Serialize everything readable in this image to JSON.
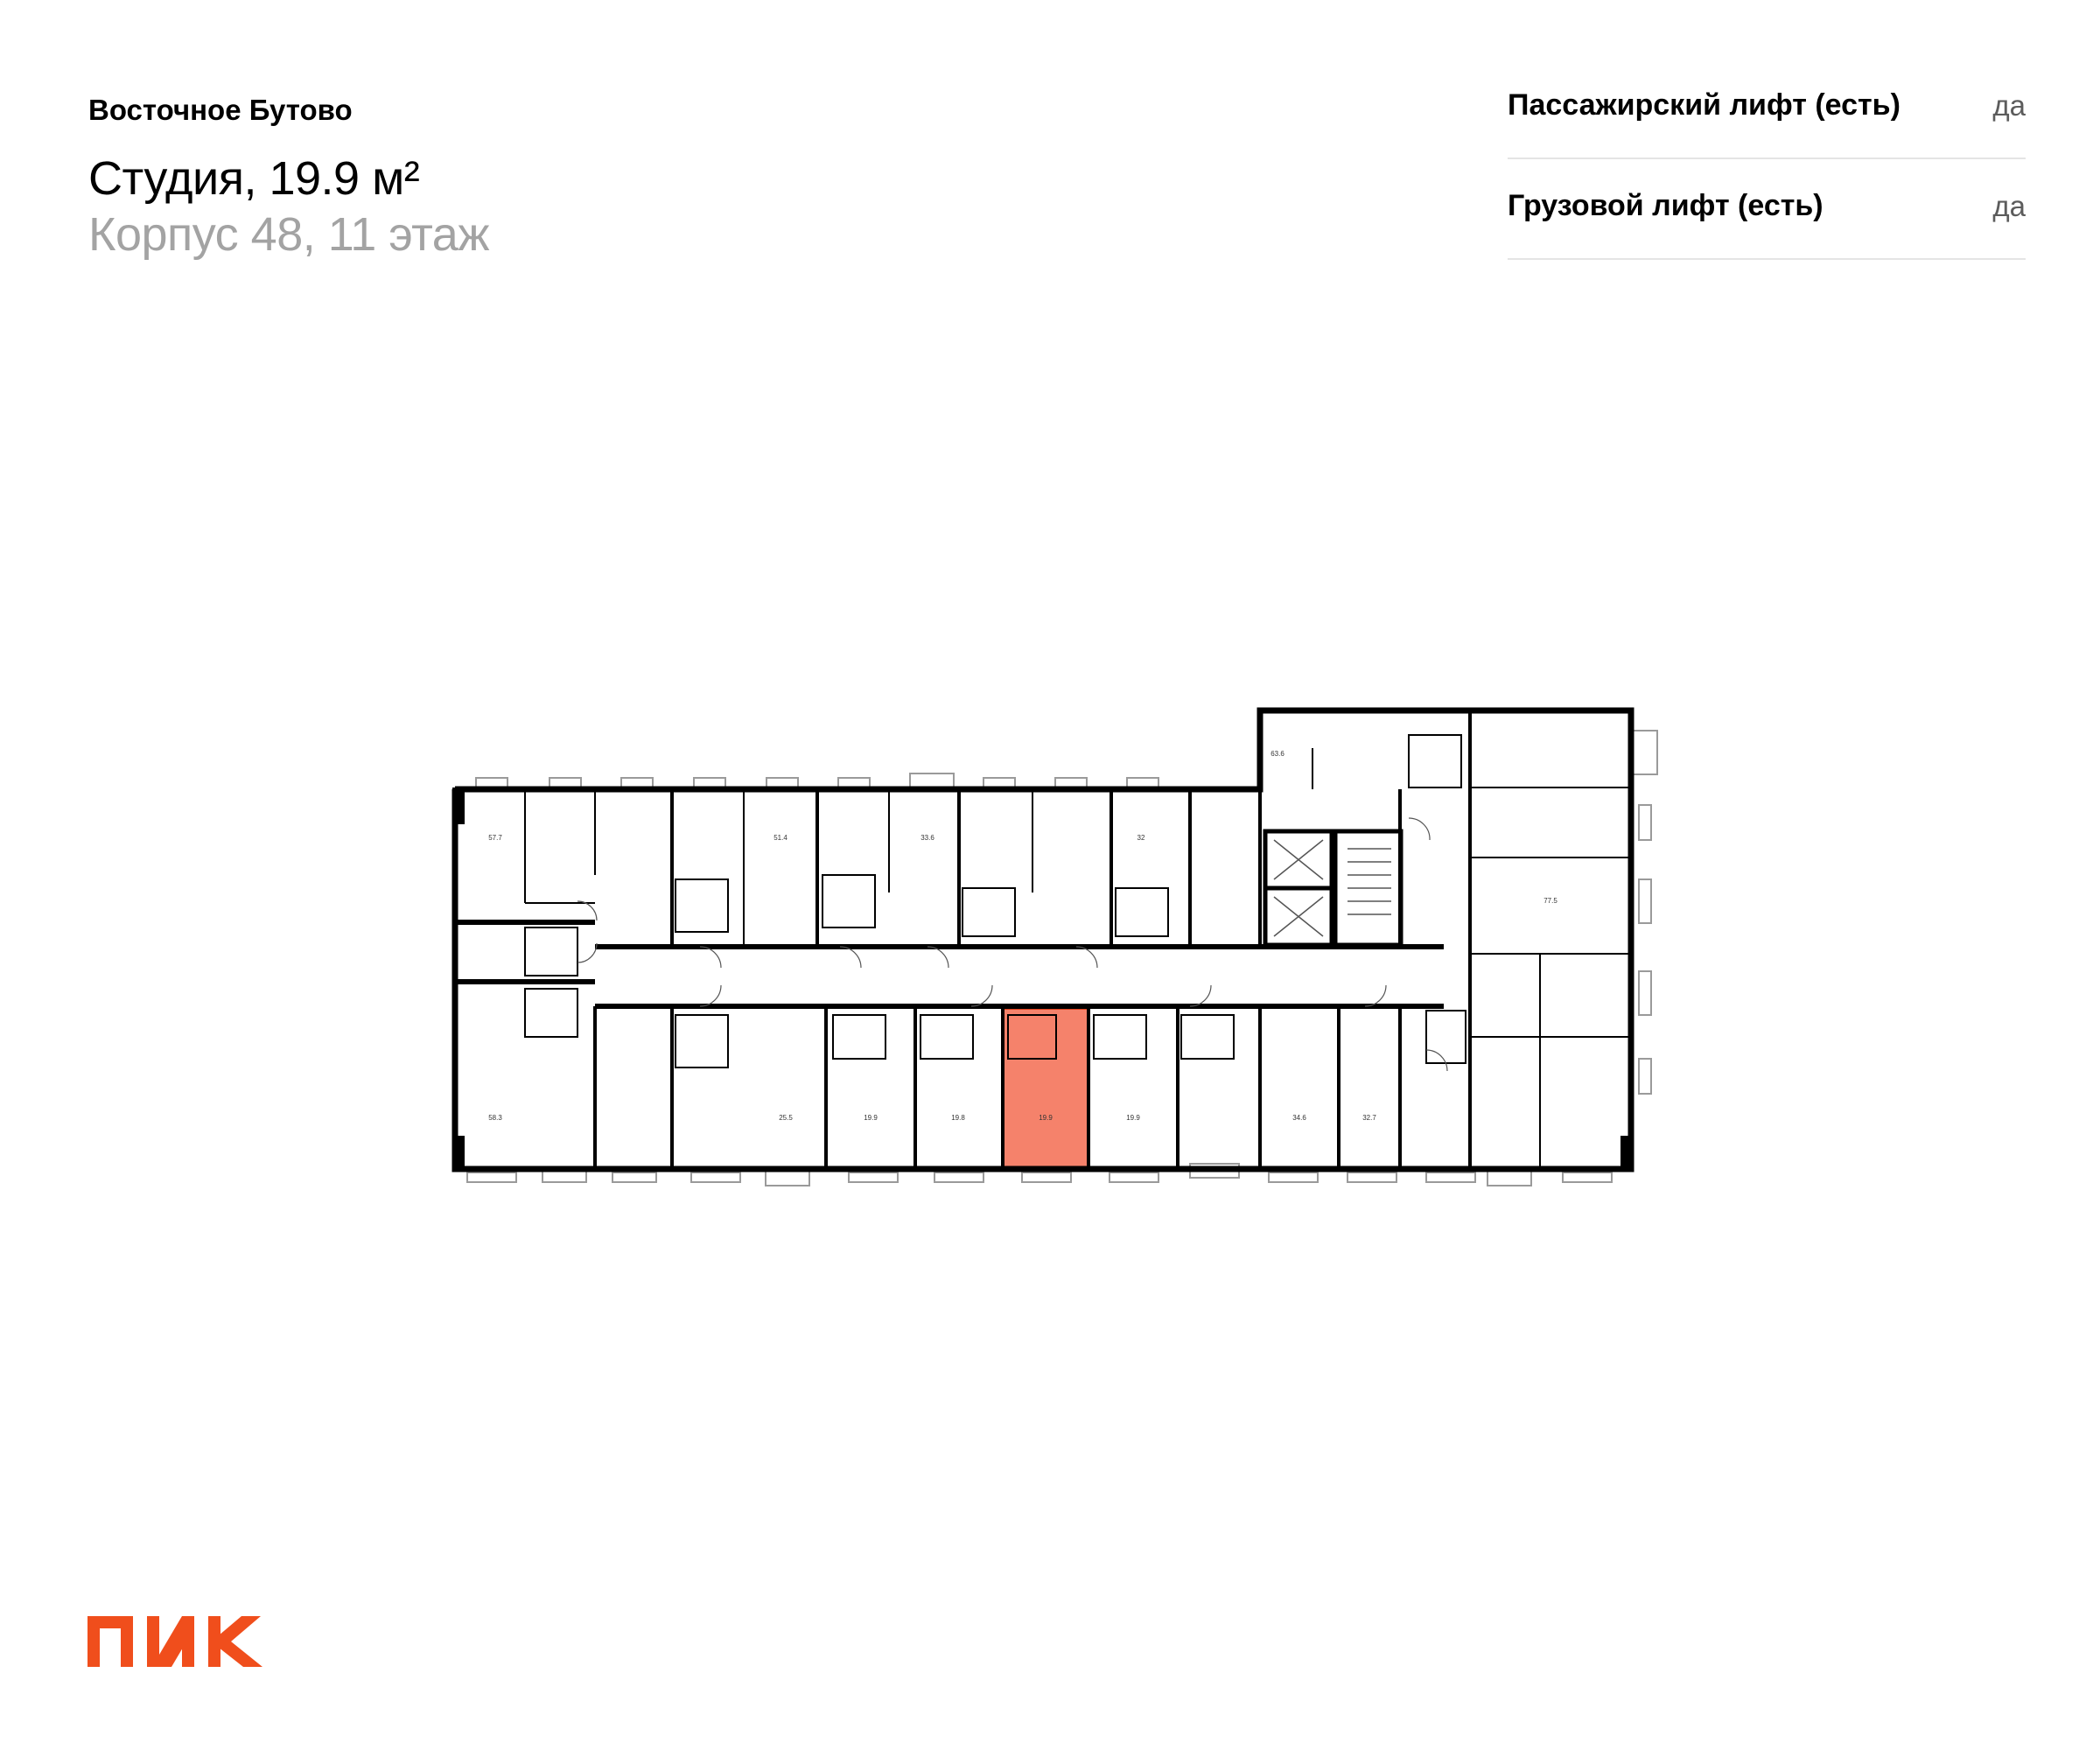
{
  "header": {
    "project": "Восточное Бутово",
    "title": "Студия, 19.9 м²",
    "subtitle": "Корпус 48, 11 этаж"
  },
  "features": [
    {
      "label": "Пассажирский лифт (есть)",
      "value": "да"
    },
    {
      "label": "Грузовой лифт (есть)",
      "value": "да"
    }
  ],
  "plan": {
    "highlight_color": "#f5826b",
    "highlight_border": "#e0401c",
    "top_units": [
      "57.7",
      "51.4",
      "33.6",
      "32"
    ],
    "bottom_units": [
      "58.3",
      "25.5",
      "19.9",
      "19.8",
      "19.9",
      "19.9",
      "34.6",
      "32.7"
    ],
    "right_units": [
      "63.6",
      "77.5"
    ],
    "selected_unit": "19.9"
  },
  "logo": {
    "text": "ПИК",
    "color": "#f04e1c"
  }
}
